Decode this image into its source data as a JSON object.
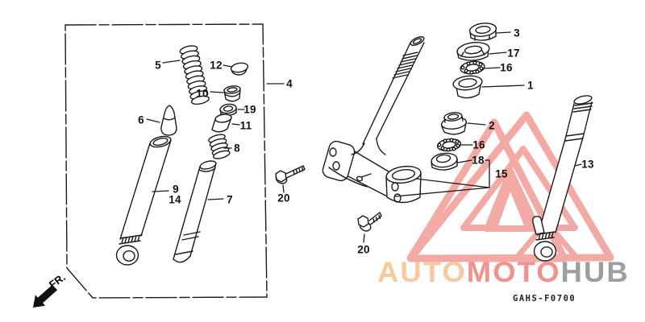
{
  "diagram": {
    "code": "GAHS-F0700",
    "direction_label": "FR.",
    "callouts": {
      "c1": "1",
      "c2": "2",
      "c3": "3",
      "c4": "4",
      "c5": "5",
      "c6": "6",
      "c7": "7",
      "c8": "8",
      "c9": "9",
      "c10": "10",
      "c11": "11",
      "c12": "12",
      "c13": "13",
      "c14": "14",
      "c15": "15",
      "c16a": "16",
      "c16b": "16",
      "c17": "17",
      "c18": "18",
      "c19": "19",
      "c20a": "20",
      "c20b": "20"
    }
  },
  "watermark": {
    "brand": {
      "part1": "AUTO",
      "part2": "MOTO",
      "part3": "HUB"
    },
    "colors": {
      "triangle": "#f2958e",
      "auto": "#f7c99b",
      "moto": "#f2928c",
      "hub": "#9e9e9e"
    }
  },
  "style_colors": {
    "line_art": "#1b1b1b",
    "background": "#ffffff"
  }
}
